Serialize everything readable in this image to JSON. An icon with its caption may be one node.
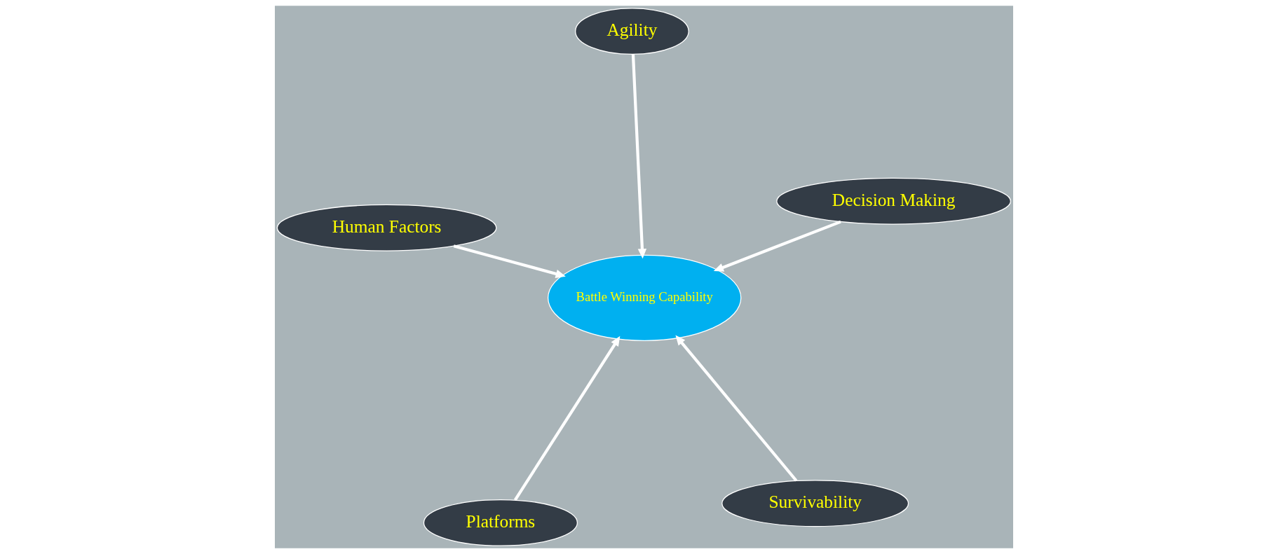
{
  "diagram": {
    "nodes": [
      {
        "text": [
          "Battle Winning Capability"
        ]
      },
      {
        "text": [
          "Survivability"
        ]
      },
      {
        "text": [
          "Platforms"
        ]
      },
      {
        "text": [
          "Human Factors"
        ]
      },
      {
        "text": [
          "Decision Making"
        ]
      },
      {
        "text": [
          "Agility"
        ]
      }
    ],
    "edges": [
      {
        "from": 1,
        "to": 0,
        "arrow": "to"
      },
      {
        "from": 2,
        "to": 0,
        "arrow": "to"
      },
      {
        "from": 3,
        "to": 0,
        "arrow": "to"
      },
      {
        "from": 4,
        "to": 0,
        "arrow": "to"
      },
      {
        "from": 5,
        "to": 0,
        "arrow": "to"
      }
    ]
  }
}
